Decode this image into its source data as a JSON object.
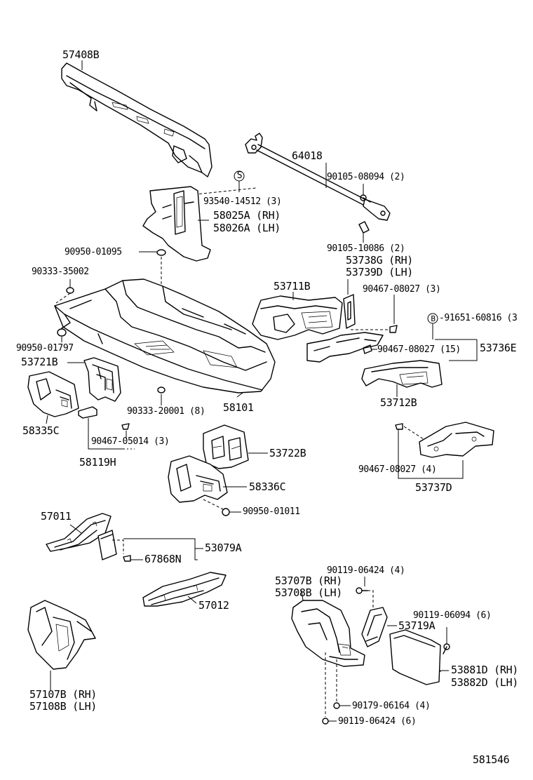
{
  "labels": {
    "p57408b": "57408B",
    "p64018": "64018",
    "p90105_08094": "90105-08094 (2)",
    "s_mark": "S",
    "p93540": "93540-14512 (3)",
    "p58025a": "58025A (RH)",
    "p58026a": "58026A (LH)",
    "p90950_01095": "90950-01095",
    "p90105_10086": "90105-10086 (2)",
    "p53738g": "53738G (RH)",
    "p53739d": "53739D (LH)",
    "p90333_35002": "90333-35002",
    "p53711b": "53711B",
    "p90467_08027_3": "90467-08027 (3)",
    "b_mark": "B",
    "p91651": "-91651-60816 (3",
    "p90950_01797": "90950-01797",
    "p90467_08027_15": "90467-08027 (15)",
    "p53736e": "53736E",
    "p53721b": "53721B",
    "p53712b": "53712B",
    "p90333_20001": "90333-20001 (8)",
    "p58101": "58101",
    "p58335c": "58335C",
    "p90467_05014": "90467-05014 (3)",
    "p58119h": "58119H",
    "p53722b": "53722B",
    "p90467_08027_4": "90467-08027 (4)",
    "p58336c": "58336C",
    "p53737d": "53737D",
    "p90950_01011": "90950-01011",
    "p57011": "57011",
    "p53079a": "53079A",
    "p67868n": "67868N",
    "p90119_06424_4": "90119-06424 (4)",
    "p53707b": "53707B (RH)",
    "p53708b": "53708B (LH)",
    "p57012": "57012",
    "p90119_06094": "90119-06094 (6)",
    "p53719a": "53719A",
    "p57107b": "57107B (RH)",
    "p57108b": "57108B (LH)",
    "p53881d": "53881D (RH)",
    "p53882d": "53882D (LH)",
    "p90179_06164": "90179-06164 (4)",
    "p90119_06424_6": "90119-06424 (6)",
    "diagram_id": "581546"
  }
}
